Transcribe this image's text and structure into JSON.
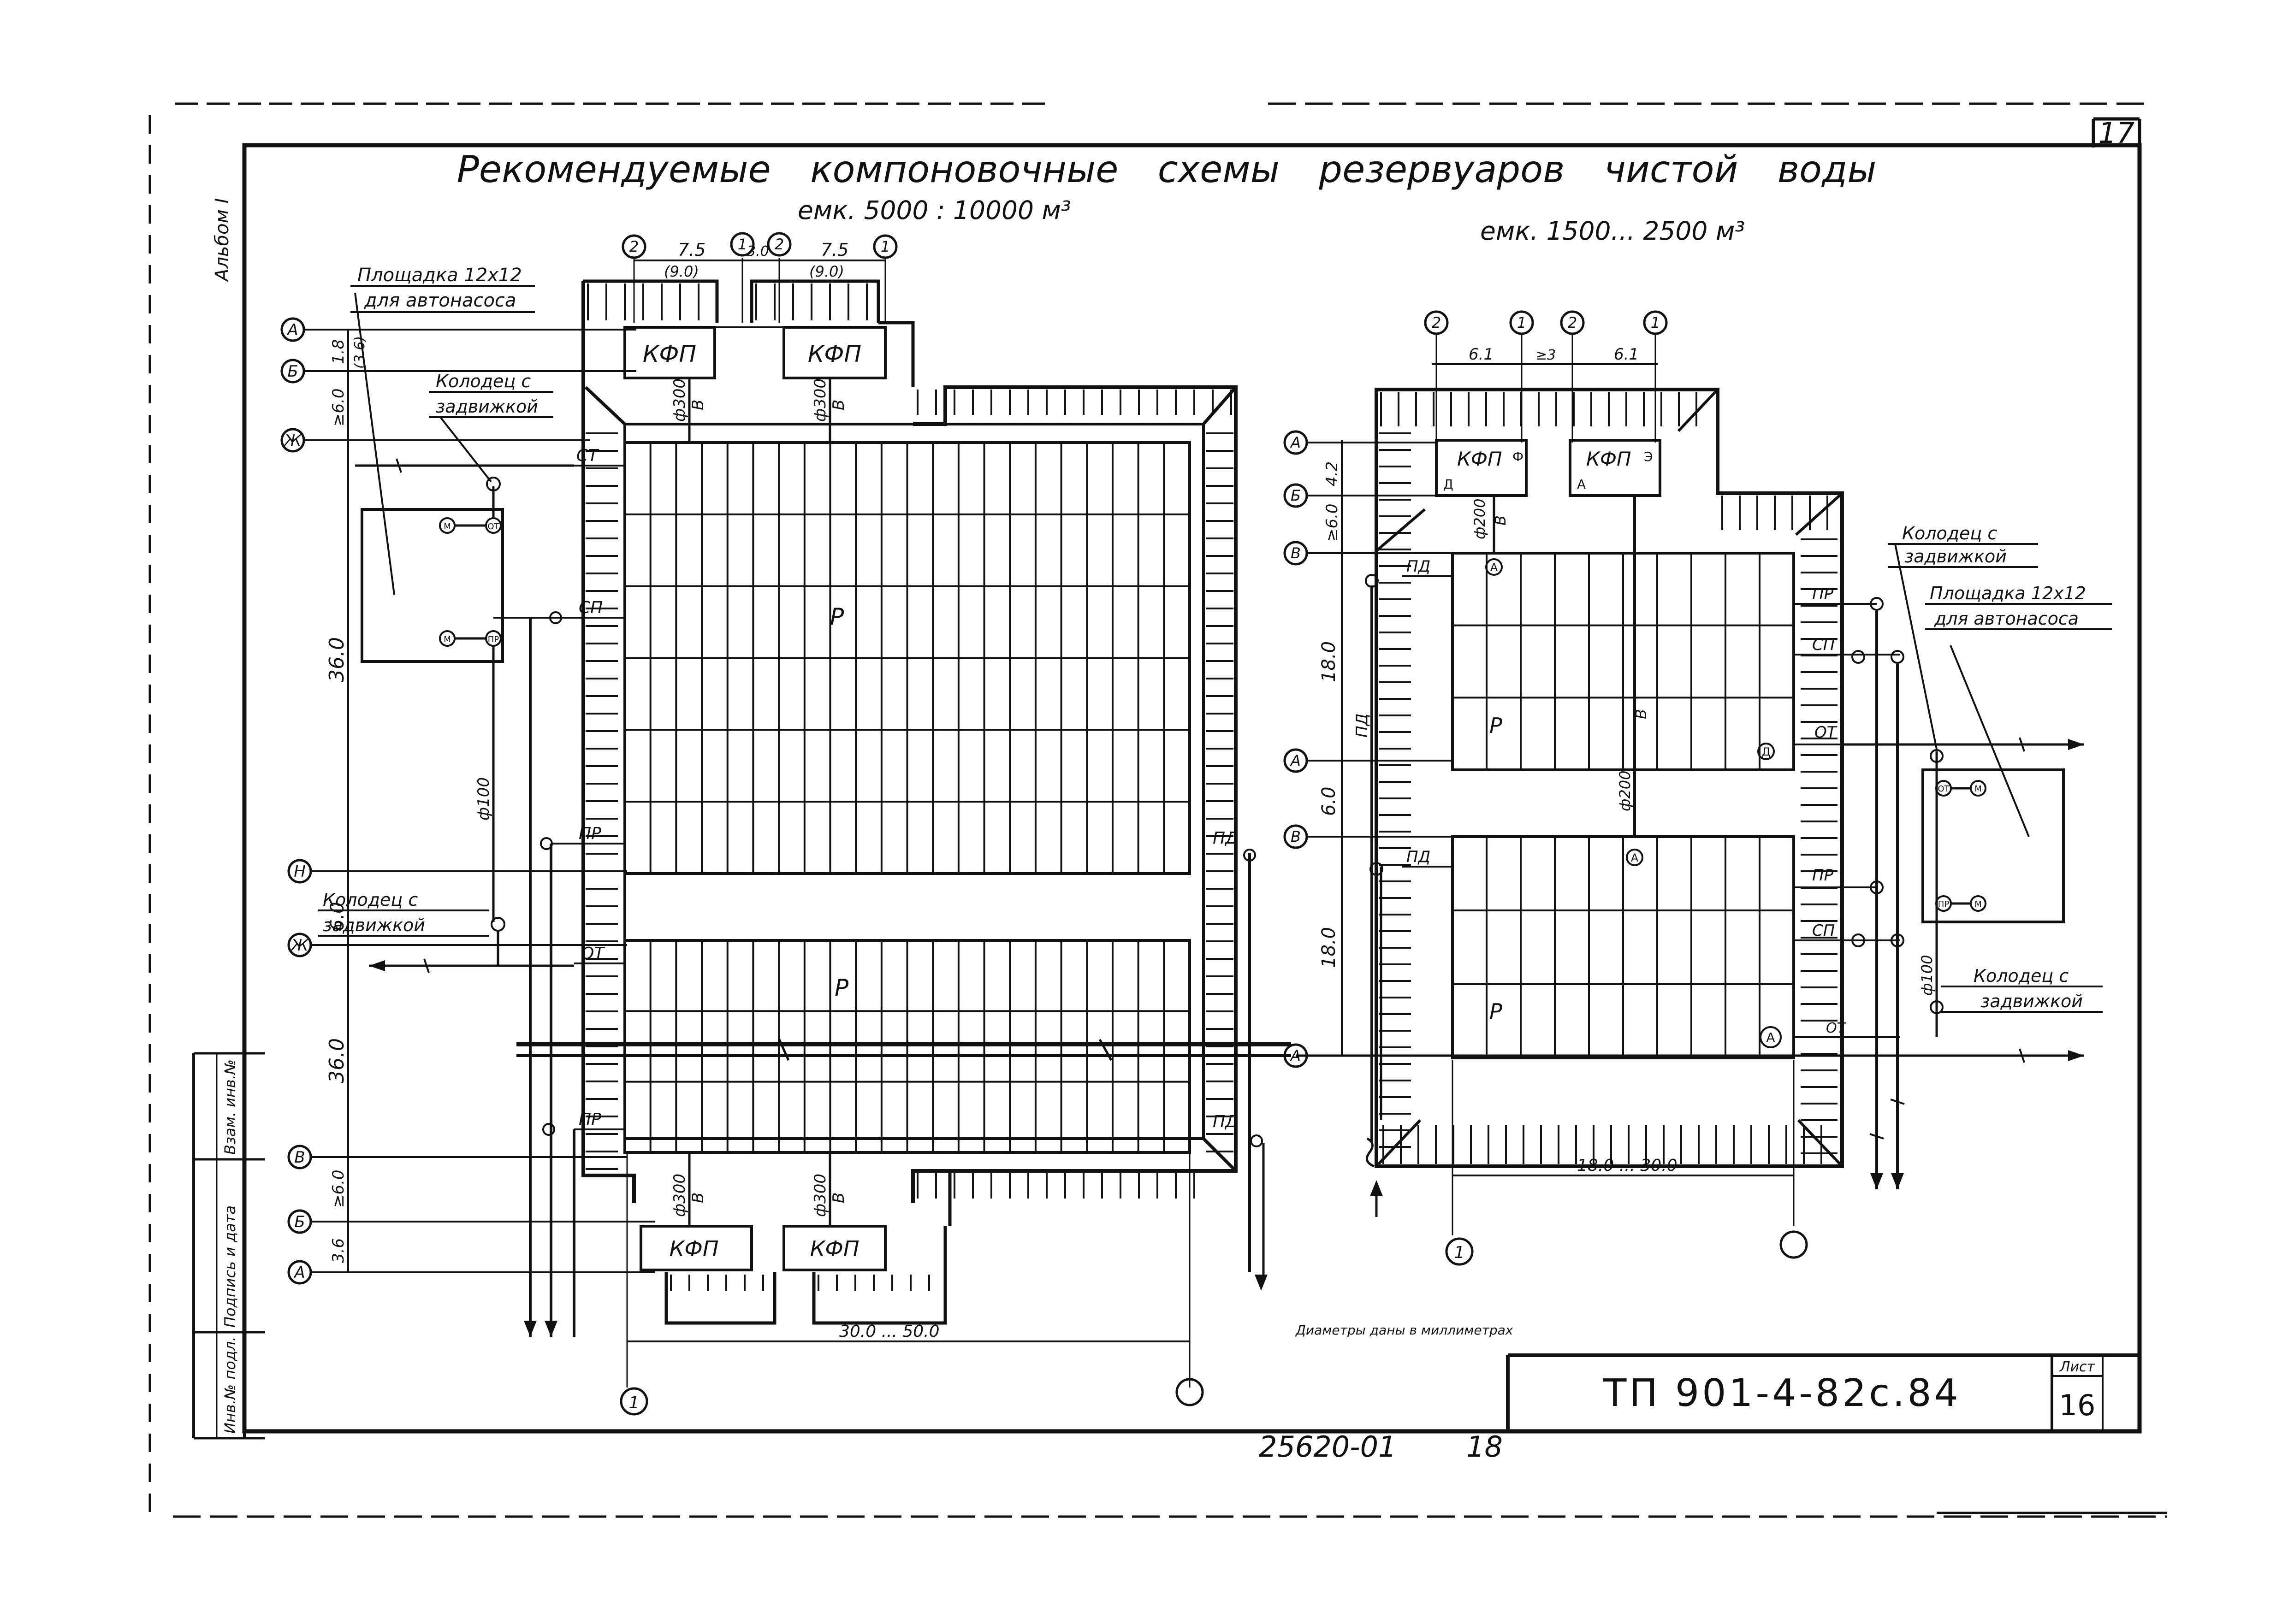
{
  "sheet": {
    "title": "Рекомендуемые компоновочные схемы резервуаров чистой воды",
    "sheet_number": "17",
    "album": "Альбом I",
    "document_code": "ТП 901-4-82с.84",
    "list_label": "Лист",
    "list_number": "16",
    "inventory": "25620-01",
    "inventory_page": "18",
    "footnote": "Диаметры даны в миллиметрах",
    "side_stamp": [
      "Инв.№ подл.",
      "Подпись и дата",
      "Взам. инв.№"
    ]
  },
  "left_scheme": {
    "capacity": "емк. 5000 : 10000 м³",
    "axes_top": [
      "2",
      "1",
      "2",
      "1"
    ],
    "dims_top": [
      "7.5",
      "(9.0)",
      "3.0",
      "7.5",
      "(9.0)"
    ],
    "row_axes": [
      "А",
      "Б",
      "Ж",
      "Н",
      "Ж",
      "В",
      "Б",
      "А"
    ],
    "row_dims": [
      "1.8",
      "(3.6)",
      "≥6.0",
      "36.0",
      "6.0",
      "36.0",
      "≥6.0",
      "3.6"
    ],
    "platform_label_1": "Площадка 12х12",
    "platform_label_2": "для автонасоса",
    "valve_well_label_1": "Колодец с",
    "valve_well_label_2": "задвижкой",
    "kfp": "КФП",
    "pipe_diam_top": "ф300",
    "pipe_letter": "В",
    "pipe_diam_side": "ф100",
    "reservoir": "Р",
    "ports": [
      "СТ",
      "СП",
      "ПР",
      "ОТ",
      "ПР",
      "ПД",
      "ПД"
    ],
    "well_marks": [
      "М",
      "ОТ",
      "М",
      "ПР"
    ],
    "bottom_dim": "30.0 ... 50.0",
    "bottom_axes": [
      "1",
      ""
    ]
  },
  "right_scheme": {
    "capacity": "емк. 1500... 2500 м³",
    "axes_top": [
      "2",
      "1",
      "2",
      "1"
    ],
    "dims_top": [
      "6.1",
      "≥3",
      "6.1"
    ],
    "row_axes": [
      "А",
      "Б",
      "В",
      "А",
      "В",
      "А"
    ],
    "row_dims": [
      "4.2",
      "≥6.0",
      "18.0",
      "6.0",
      "18.0"
    ],
    "kfp": "КФП",
    "kfp_marks": [
      "Д",
      "Ф",
      "А",
      "Э"
    ],
    "pipe_diam": "ф200",
    "pipe_diam_side": "ф100",
    "pipe_letter": "В",
    "reservoir": "Р",
    "ports_left": [
      "ПД",
      "ПД"
    ],
    "ports_right": [
      "ПР",
      "СП",
      "ОТ",
      "ПР",
      "СП",
      "ОТ"
    ],
    "side_dim": "ПД",
    "marks": [
      "А",
      "Д",
      "А",
      "А"
    ],
    "valve_well_label_1": "Колодец с",
    "valve_well_label_2": "задвижкой",
    "platform_label_1": "Площадка 12х12",
    "platform_label_2": "для автонасоса",
    "valve_well2_label_1": "Колодец с",
    "valve_well2_label_2": "задвижкой",
    "well_marks": [
      "ОТ",
      "М",
      "ПР",
      "М"
    ],
    "bottom_dim": "18.0 ... 30.0",
    "bottom_axes": [
      "1",
      ""
    ]
  }
}
